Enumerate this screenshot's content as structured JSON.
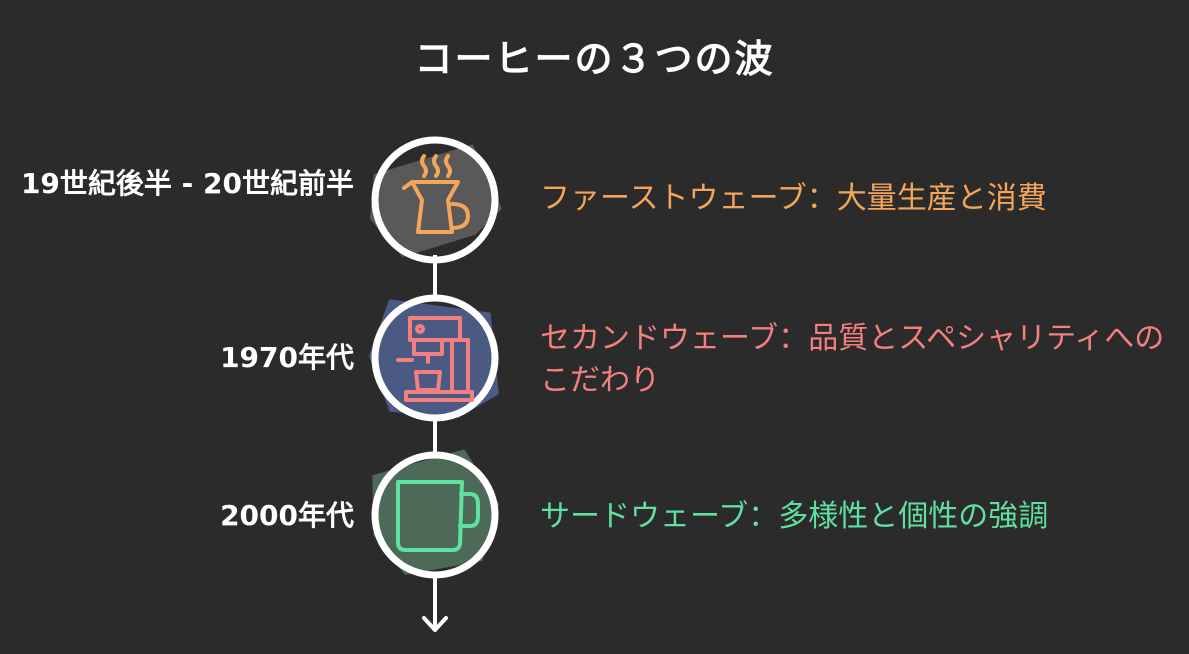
{
  "title": "コーヒーの３つの波",
  "colors": {
    "background": "#2b2b2b",
    "axis": "#ffffff",
    "wave1": "#f4a55a",
    "wave2": "#f47f7f",
    "wave3": "#5ee0a0"
  },
  "events": [
    {
      "date": "19世紀後半 - 20世紀前半",
      "description": "ファーストウェーブ：大量生産と消費",
      "icon": "coffee-pot-icon"
    },
    {
      "date": "1970年代",
      "description": "セカンドウェーブ：品質とスペシャリティへのこだわり",
      "icon": "espresso-machine-icon"
    },
    {
      "date": "2000年代",
      "description": "サードウェーブ：多様性と個性の強調",
      "icon": "mug-icon"
    }
  ]
}
